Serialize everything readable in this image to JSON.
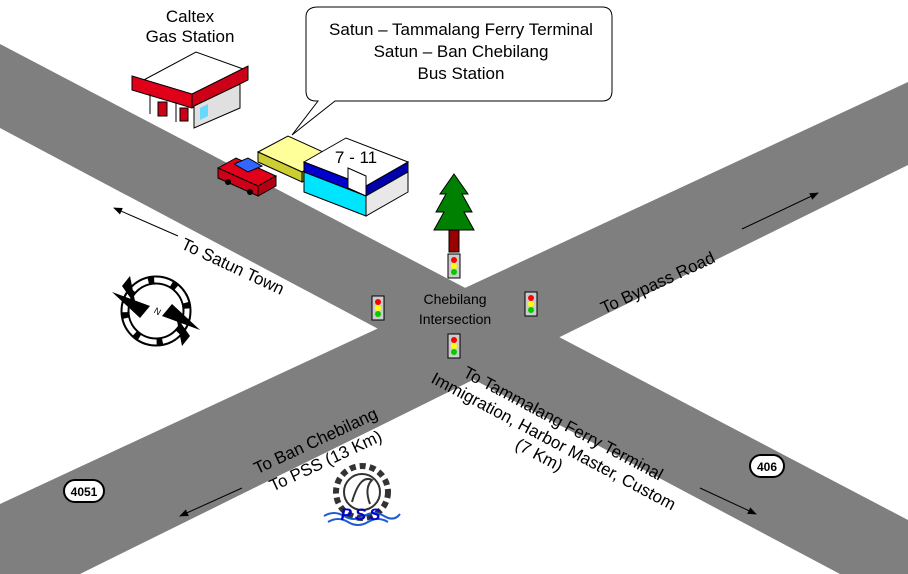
{
  "gas_station": {
    "line1": "Caltex",
    "line2": "Gas Station"
  },
  "callout": {
    "line1": "Satun – Tammalang Ferry Terminal",
    "line2": "Satun – Ban Chebilang",
    "line3": "Bus Station"
  },
  "store_sign": "7 - 11",
  "intersection": {
    "line1": "Chebilang",
    "line2": "Intersection"
  },
  "directions": {
    "satun_town": "To Satun Town",
    "bypass_road": "To Bypass Road",
    "ban_chebilang_line1": "To Ban Chebilang",
    "ban_chebilang_line2": "To PSS (13 Km)",
    "ferry_line1": "To Tammalang Ferry Terminal",
    "ferry_line2": "Immigration, Harbor Master, Custom",
    "ferry_line3": "(7 Km)"
  },
  "route_shields": {
    "left": "4051",
    "right": "406"
  },
  "compass": {
    "north_letter": "N"
  },
  "logo": {
    "text": "PSS"
  },
  "colors": {
    "road": "#7f7f7f",
    "tree": "#008000",
    "caltex_red": "#e0001a",
    "store_blue": "#0000cc",
    "store_cyan": "#00e5ff",
    "building_yellow": "#ffff66"
  }
}
